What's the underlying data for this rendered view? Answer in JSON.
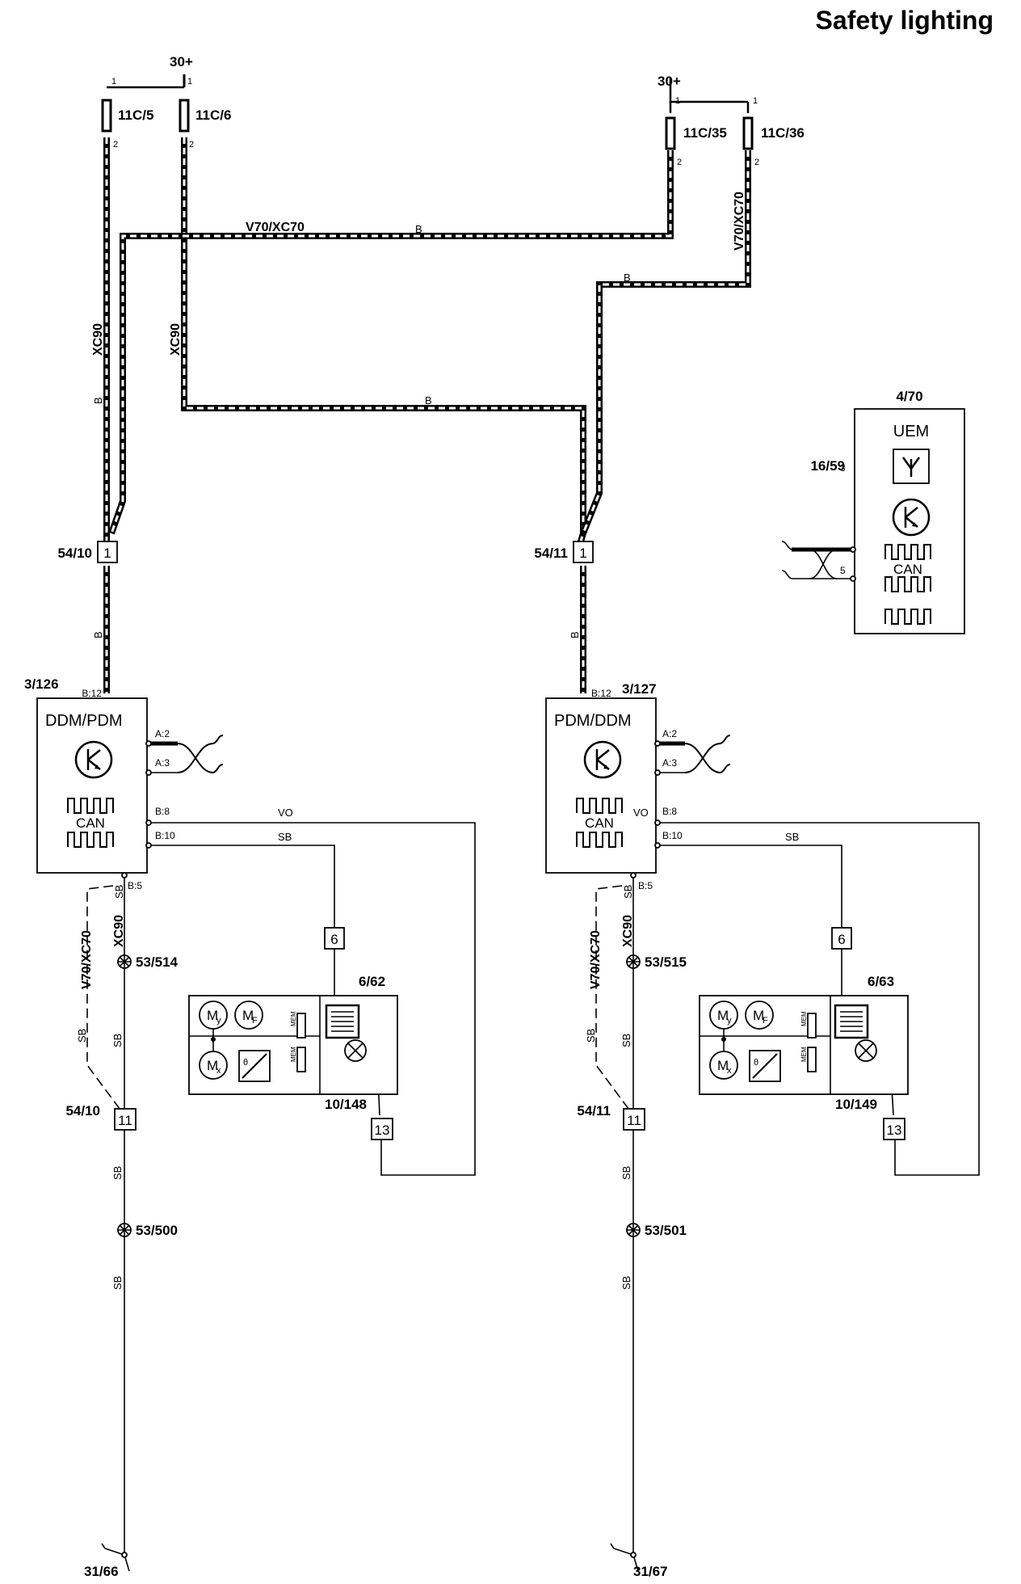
{
  "title": "Safety lighting",
  "supply": {
    "left": "30+",
    "right": "30+"
  },
  "fuses": {
    "f1": "11C/5",
    "f2": "11C/6",
    "f3": "11C/35",
    "f4": "11C/36"
  },
  "pins": {
    "one": "1",
    "two": "2",
    "three": "3",
    "five": "5"
  },
  "variants": {
    "xc90": "XC90",
    "v70": "V70/XC70"
  },
  "wire_colors": {
    "b": "B",
    "vo": "VO",
    "sb": "SB"
  },
  "connectors": {
    "c1": "54/10",
    "c2": "54/11",
    "c1_pin": "1",
    "c2_pin": "1",
    "c3": "54/10",
    "c4": "54/11",
    "c3_pin": "11",
    "c4_pin": "11",
    "c5_pin": "6",
    "c6_pin": "6",
    "c7_pin": "13",
    "c8_pin": "13"
  },
  "modules": {
    "left_ref": "3/126",
    "left_name": "DDM/PDM",
    "right_ref": "3/127",
    "right_name": "PDM/DDM",
    "can": "CAN",
    "pin_a2": "A:2",
    "pin_a3": "A:3",
    "pin_b8": "B:8",
    "pin_b10": "B:10",
    "pin_b12": "B:12",
    "pin_b5": "B:5"
  },
  "uem": {
    "ref": "4/70",
    "name": "UEM",
    "can": "CAN",
    "antenna_ref": "16/59"
  },
  "splices": {
    "s1": "53/514",
    "s2": "53/515",
    "s3": "53/500",
    "s4": "53/501"
  },
  "mirrors": {
    "left_ref": "6/62",
    "right_ref": "6/63",
    "left_lamp_ref": "10/148",
    "right_lamp_ref": "10/149",
    "mem": "MEM",
    "my": "M",
    "my_sub": "y",
    "mf": "M",
    "mf_sub": "F",
    "mx": "M",
    "mx_sub": "x",
    "theta": "θ"
  },
  "grounds": {
    "left": "31/66",
    "right": "31/67"
  }
}
